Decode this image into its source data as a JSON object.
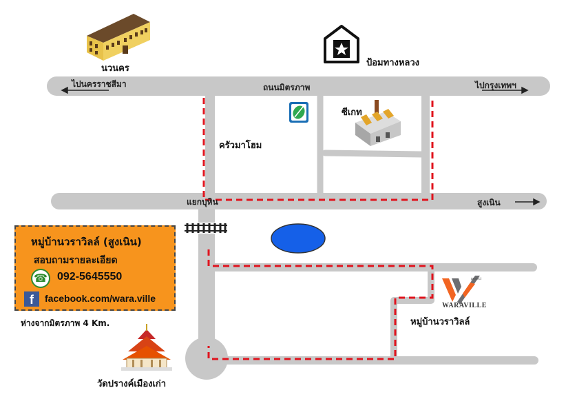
{
  "colors": {
    "road": "#c8c8c8",
    "route": "#e0141e",
    "info_box": "#f7941d",
    "pond": "#1560e8",
    "brand_orange": "#f26522",
    "brand_gray": "#6d6e71"
  },
  "landmarks": {
    "nawanakhon": "นวนคร",
    "police_box": "ป้อมทางหลวง",
    "krua_ma_hom": "ครัวมาโฮม",
    "ct": "ซีเกท",
    "wat": "วัดปรางค์เมืองเก่า"
  },
  "roads": {
    "mittraphap": "ถนนมิตรภาพ",
    "to_korat": "ไปนครราชสีมา",
    "to_bangkok": "ไปกรุงเทพฯ",
    "yaek_buhin": "แยกบุหิน",
    "sung_noen": "สูงเนิน"
  },
  "village": {
    "name": "หมู่บ้านวราวิลล์",
    "brand": "WARAVILLE",
    "brand_sub": "project"
  },
  "info_box": {
    "title": "หมู่บ้านวราวิลล์ (สูงเนิน)",
    "subtitle": "สอบถามรายละเอียด",
    "phone": "092-5645550",
    "facebook": "facebook.com/wara.ville"
  },
  "distance_note": "ห่างจากมิตรภาพ 4 Km.",
  "icons": {
    "phone": "phone-icon",
    "facebook": "facebook-icon",
    "police": "police-house-icon",
    "gas_station": "gas-station-icon",
    "factory": "factory-icon",
    "building": "building-icon",
    "temple": "temple-icon",
    "railway": "railway-icon"
  }
}
